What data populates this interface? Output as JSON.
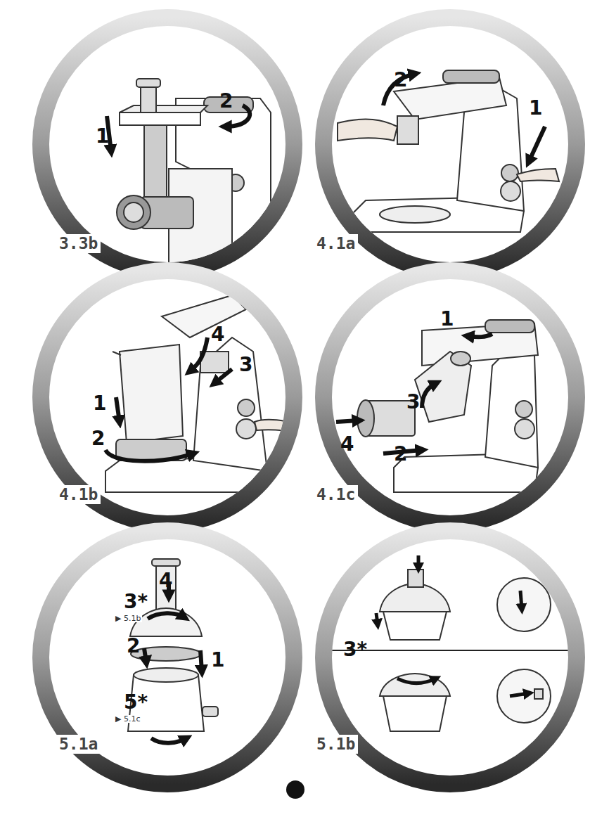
{
  "diagram": {
    "labels": [
      "1",
      "2",
      "3.3b",
      "2",
      "1",
      "4.1a",
      "4",
      "3",
      "1",
      "2",
      "4.1b",
      "1",
      "3",
      "4",
      "2",
      "4.1c",
      "4",
      "3*",
      "▶ 5.1b",
      "2",
      "1",
      "5*",
      "▶ 5.1c",
      "5.1a",
      "3*",
      "5.1b"
    ]
  }
}
